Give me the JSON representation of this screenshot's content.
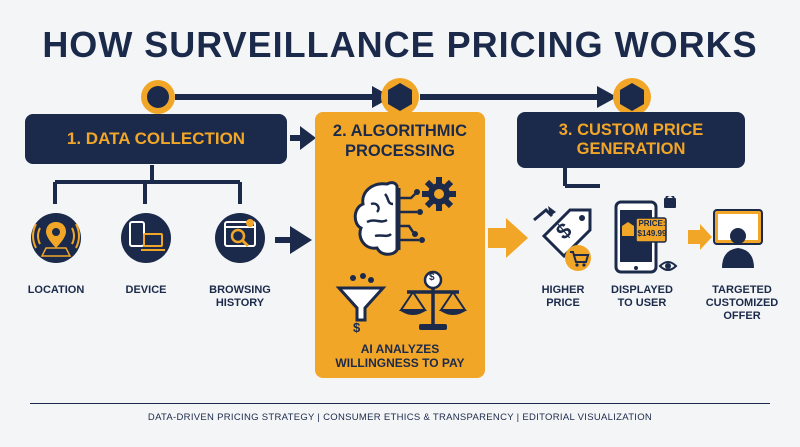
{
  "title": "HOW SURVEILLANCE PRICING WORKS",
  "steps": [
    {
      "label": "1. DATA COLLECTION"
    },
    {
      "label": "2. ALGORITHMIC PROCESSING"
    },
    {
      "label": "3. CUSTOM PRICE GENERATION"
    }
  ],
  "step1_line1": "1. DATA COLLECTION",
  "step2_line1": "2. ALGORITHMIC",
  "step2_line2": "PROCESSING",
  "step3_line1": "3. CUSTOM PRICE",
  "step3_line2": "GENERATION",
  "inputs": [
    "LOCATION",
    "DEVICE",
    "BROWSING",
    "HISTORY"
  ],
  "ai_line1": "AI ANALYZES",
  "ai_line2": "WILLINGNESS TO PAY",
  "outputs": {
    "higher_price_1": "HIGHER",
    "higher_price_2": "PRICE",
    "displayed_1": "DISPLAYED",
    "displayed_2": "TO USER",
    "targeted_1": "TARGETED",
    "targeted_2": "CUSTOMIZED",
    "targeted_3": "OFFER",
    "price_tag_line1": "PRICE:",
    "price_tag_line2": "$149.99",
    "tag_symbol": "$"
  },
  "footer": "DATA-DRIVEN PRICING STRATEGY | CONSUMER ETHICS & TRANSPARENCY | EDITORIAL VISUALIZATION",
  "colors": {
    "navy": "#1b2a4a",
    "gold": "#f2a628",
    "background": "#f4f5f7"
  },
  "icons": [
    "location-pin-icon",
    "smartphone-icon",
    "laptop-icon",
    "browser-search-icon",
    "brain-circuit-icon",
    "gear-icon",
    "funnel-icon",
    "balance-scale-icon",
    "price-tag-icon",
    "shopping-cart-icon",
    "phone-display-icon",
    "eye-icon",
    "lock-icon",
    "user-monitor-icon"
  ]
}
